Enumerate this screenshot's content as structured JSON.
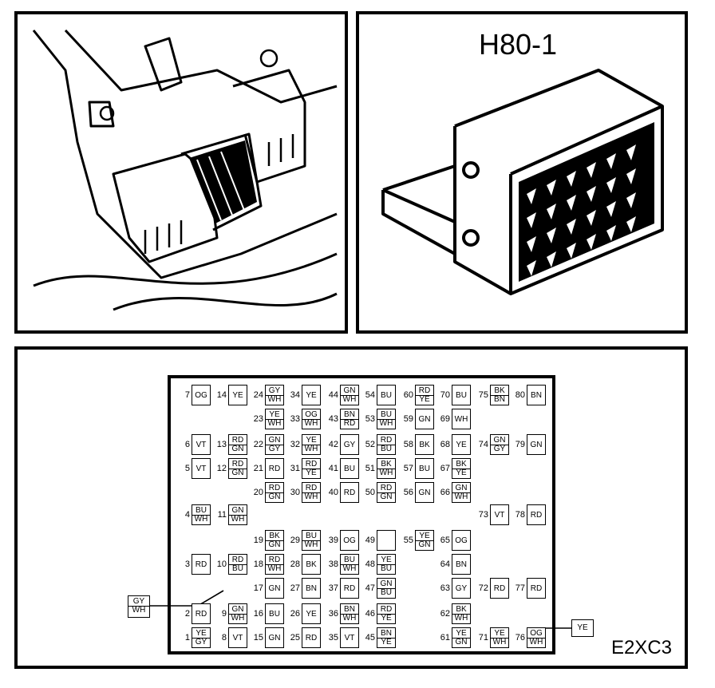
{
  "view_title": "H80-1",
  "diagram_code": "E2XC3",
  "external_left": [
    "GY",
    "WH"
  ],
  "external_right": [
    "YE"
  ],
  "rows": [
    [
      [
        "7",
        [
          "OG"
        ]
      ],
      [
        "14",
        [
          "YE"
        ]
      ],
      [
        "24",
        [
          "GY",
          "WH"
        ]
      ],
      [
        "34",
        [
          "YE"
        ]
      ],
      [
        "44",
        [
          "GN",
          "WH"
        ]
      ],
      [
        "54",
        [
          "BU"
        ]
      ],
      [
        "60",
        [
          "RD",
          "YE"
        ]
      ],
      [
        "70",
        [
          "BU"
        ]
      ],
      [
        "75",
        [
          "BK",
          "BN"
        ]
      ],
      [
        "80",
        [
          "BN"
        ]
      ]
    ],
    [
      null,
      null,
      [
        "23",
        [
          "YE",
          "WH"
        ]
      ],
      [
        "33",
        [
          "OG",
          "WH"
        ]
      ],
      [
        "43",
        [
          "BN",
          "RD"
        ]
      ],
      [
        "53",
        [
          "BU",
          "WH"
        ]
      ],
      [
        "59",
        [
          "GN"
        ]
      ],
      [
        "69",
        [
          "WH"
        ]
      ],
      null,
      null
    ],
    [
      [
        "6",
        [
          "VT"
        ]
      ],
      [
        "13",
        [
          "RD",
          "GN"
        ]
      ],
      [
        "22",
        [
          "GN",
          "GY"
        ]
      ],
      [
        "32",
        [
          "YE",
          "WH"
        ]
      ],
      [
        "42",
        [
          "GY"
        ]
      ],
      [
        "52",
        [
          "RD",
          "BU"
        ]
      ],
      [
        "58",
        [
          "BK"
        ]
      ],
      [
        "68",
        [
          "YE"
        ]
      ],
      [
        "74",
        [
          "GN",
          "GY"
        ]
      ],
      [
        "79",
        [
          "GN"
        ]
      ]
    ],
    [
      [
        "5",
        [
          "VT"
        ]
      ],
      [
        "12",
        [
          "RD",
          "GN"
        ]
      ],
      [
        "21",
        [
          "RD"
        ]
      ],
      [
        "31",
        [
          "RD",
          "YE"
        ]
      ],
      [
        "41",
        [
          "BU"
        ]
      ],
      [
        "51",
        [
          "BK",
          "WH"
        ]
      ],
      [
        "57",
        [
          "BU"
        ]
      ],
      [
        "67",
        [
          "BK",
          "YE"
        ]
      ],
      null,
      null
    ],
    [
      null,
      null,
      [
        "20",
        [
          "RD",
          "GN"
        ]
      ],
      [
        "30",
        [
          "RD",
          "WH"
        ]
      ],
      [
        "40",
        [
          "RD"
        ]
      ],
      [
        "50",
        [
          "RD",
          "GN"
        ]
      ],
      [
        "56",
        [
          "GN"
        ]
      ],
      [
        "66",
        [
          "GN",
          "WH"
        ]
      ],
      null,
      null
    ],
    [
      [
        "4",
        [
          "BU",
          "WH"
        ]
      ],
      [
        "11",
        [
          "GN",
          "WH"
        ]
      ],
      null,
      null,
      null,
      null,
      null,
      null,
      [
        "73",
        [
          "VT"
        ]
      ],
      [
        "78",
        [
          "RD"
        ]
      ]
    ],
    [
      null,
      null,
      [
        "19",
        [
          "BK",
          "GN"
        ]
      ],
      [
        "29",
        [
          "BU",
          "WH"
        ]
      ],
      [
        "39",
        [
          "OG"
        ]
      ],
      [
        "49",
        [
          ""
        ]
      ],
      [
        "55",
        [
          "YE",
          "GN"
        ]
      ],
      [
        "65",
        [
          "OG"
        ]
      ],
      null,
      null
    ],
    [
      [
        "3",
        [
          "RD"
        ]
      ],
      [
        "10",
        [
          "RD",
          "BU"
        ]
      ],
      [
        "18",
        [
          "RD",
          "WH"
        ]
      ],
      [
        "28",
        [
          "BK"
        ]
      ],
      [
        "38",
        [
          "BU",
          "WH"
        ]
      ],
      [
        "48",
        [
          "YE",
          "BU"
        ]
      ],
      null,
      [
        "64",
        [
          "BN"
        ]
      ],
      null,
      null
    ],
    [
      null,
      null,
      [
        "17",
        [
          "GN"
        ]
      ],
      [
        "27",
        [
          "BN"
        ]
      ],
      [
        "37",
        [
          "RD"
        ]
      ],
      [
        "47",
        [
          "GN",
          "BU"
        ]
      ],
      null,
      [
        "63",
        [
          "GY"
        ]
      ],
      [
        "72",
        [
          "RD"
        ]
      ],
      [
        "77",
        [
          "RD"
        ]
      ]
    ],
    [
      [
        "2",
        [
          "RD"
        ]
      ],
      [
        "9",
        [
          "GN",
          "WH"
        ]
      ],
      [
        "16",
        [
          "BU"
        ]
      ],
      [
        "26",
        [
          "YE"
        ]
      ],
      [
        "36",
        [
          "BN",
          "WH"
        ]
      ],
      [
        "46",
        [
          "RD",
          "YE"
        ]
      ],
      null,
      [
        "62",
        [
          "BK",
          "WH"
        ]
      ],
      null,
      null
    ],
    [
      [
        "1",
        [
          "YE",
          "GY"
        ]
      ],
      [
        "8",
        [
          "VT"
        ]
      ],
      [
        "15",
        [
          "GN"
        ]
      ],
      [
        "25",
        [
          "RD"
        ]
      ],
      [
        "35",
        [
          "VT"
        ]
      ],
      [
        "45",
        [
          "BN",
          "YE"
        ]
      ],
      null,
      [
        "61",
        [
          "YE",
          "GN"
        ]
      ],
      [
        "71",
        [
          "YE",
          "WH"
        ]
      ],
      [
        "76",
        [
          "OG",
          "WH"
        ]
      ]
    ]
  ]
}
